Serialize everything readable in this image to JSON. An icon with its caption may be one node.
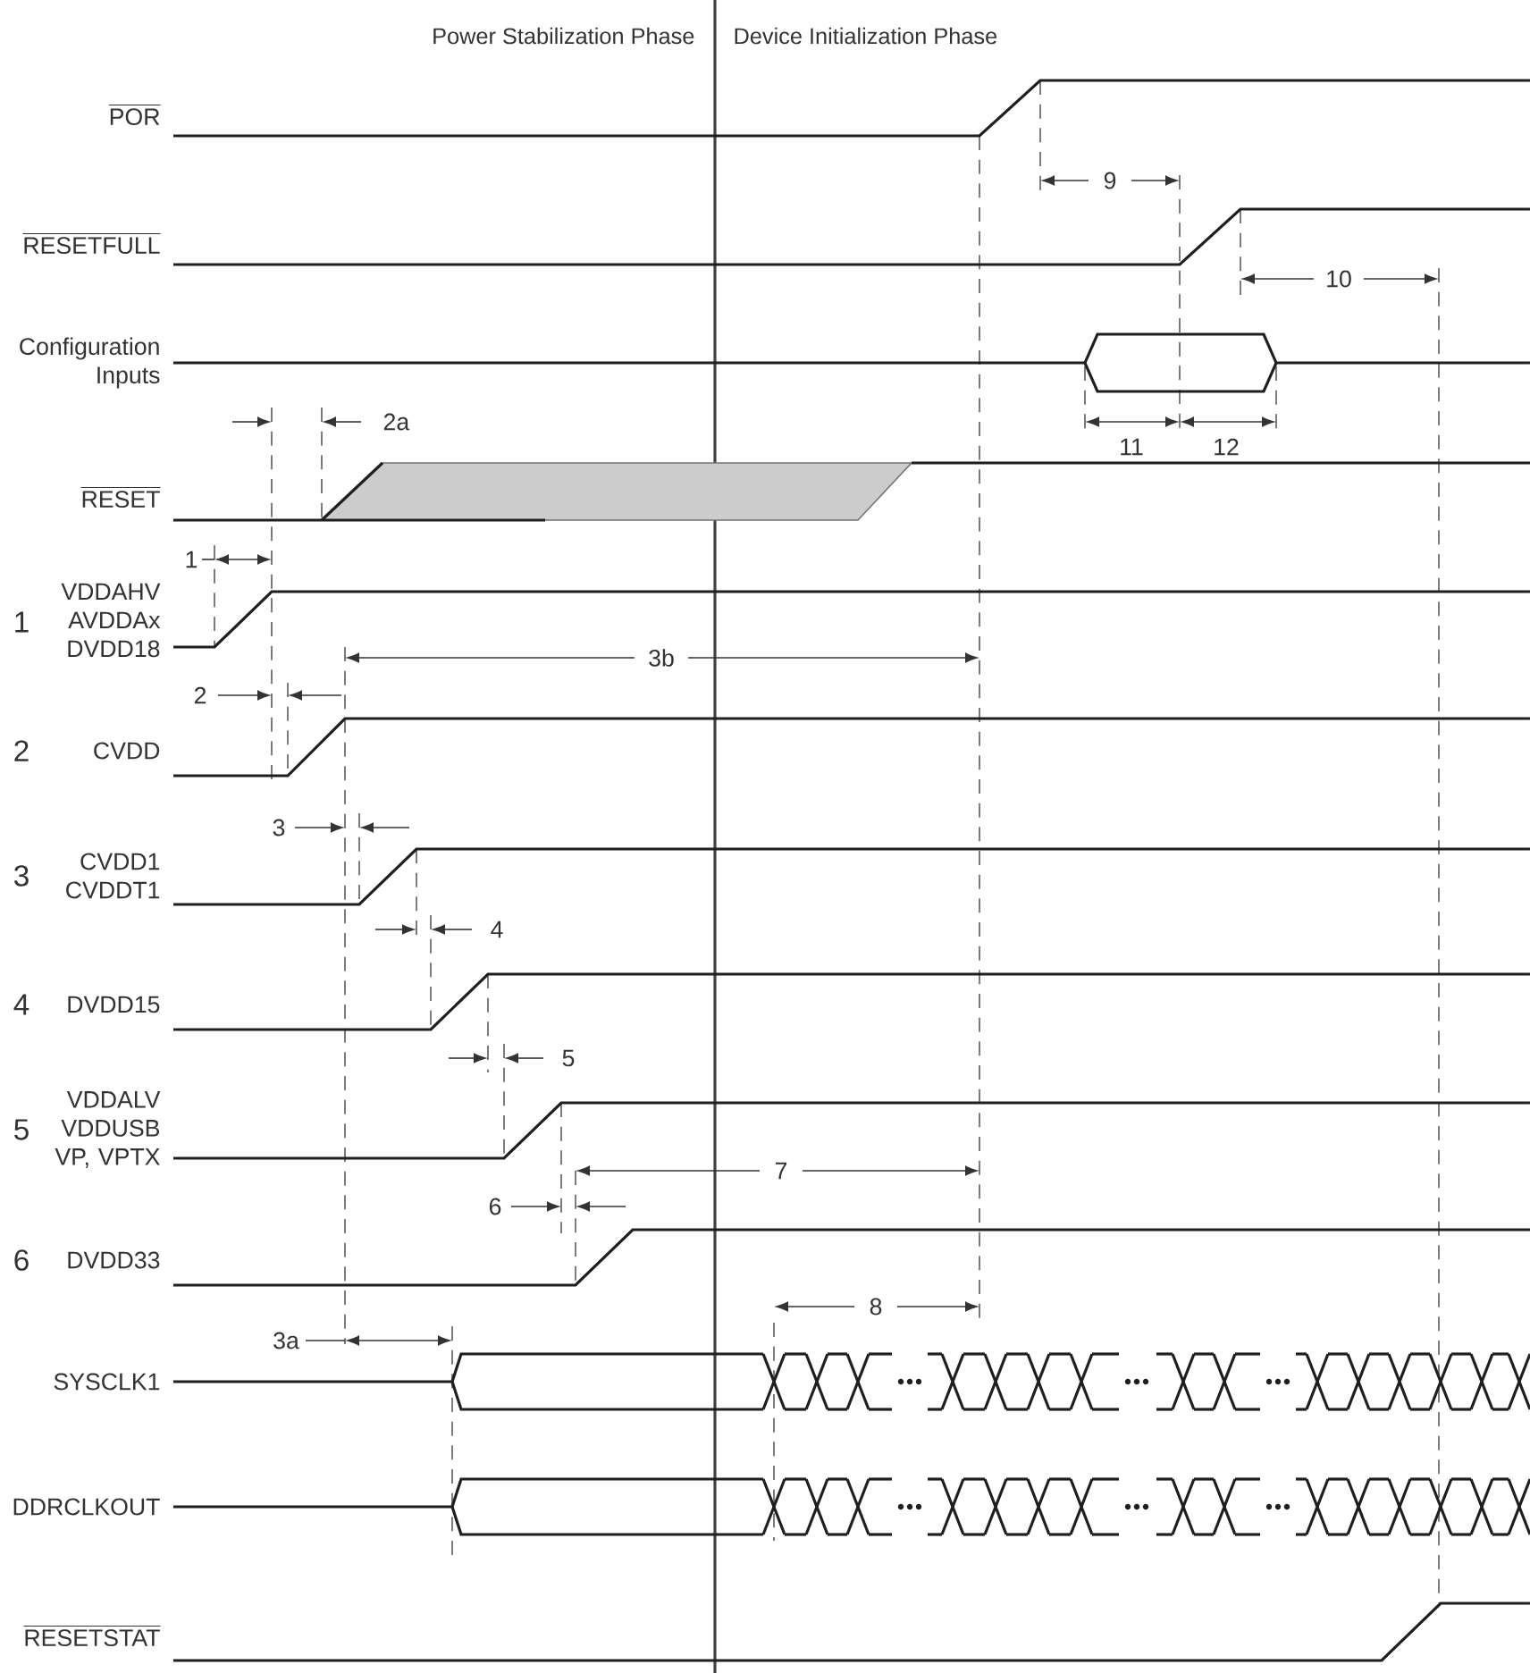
{
  "diagram": {
    "labels": [
      "Power Stabilization Phase",
      "Device Initialization Phase",
      "POR",
      "9",
      "RESETFULL",
      "10",
      "Configuration Inputs",
      "11",
      "12",
      "2a",
      "RESET",
      "1",
      "1",
      "VDDAHV AVDDAx DVDD18",
      "3b",
      "2",
      "2",
      "CVDD",
      "3",
      "3",
      "CVDD1 CVDDT1",
      "4",
      "4",
      "DVDD15",
      "5",
      "5",
      "VDDALV VDDUSB VP, VPTX",
      "7",
      "6",
      "6",
      "DVDD33",
      "3a",
      "8",
      "SYSCLK1",
      "DDRCLKOUT",
      "RESETSTAT"
    ]
  }
}
